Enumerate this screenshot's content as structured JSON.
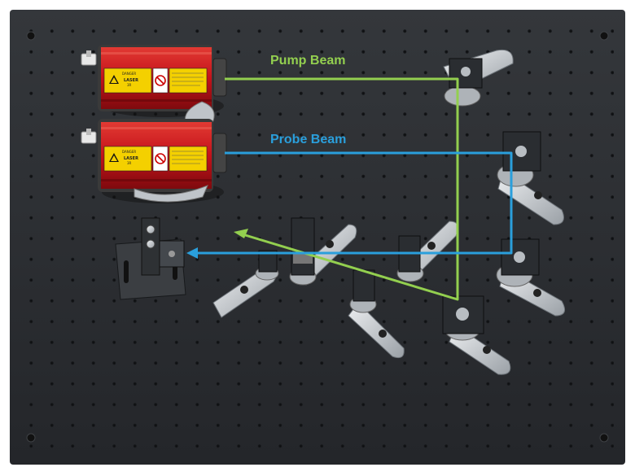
{
  "diagram": {
    "labels": {
      "pump_beam": "Pump Beam",
      "probe_beam": "Probe Beam"
    },
    "laser_labels": {
      "header": "DANGER",
      "line1": "LASER",
      "line2": "3R"
    },
    "colors": {
      "pump_beam": "#93cf4f",
      "probe_beam": "#2a9fdc",
      "breadboard": "#2b2d30",
      "laser_housing": "#c8121a",
      "mount_metal": "#c9cdd2",
      "mount_dark": "#23262a"
    }
  }
}
